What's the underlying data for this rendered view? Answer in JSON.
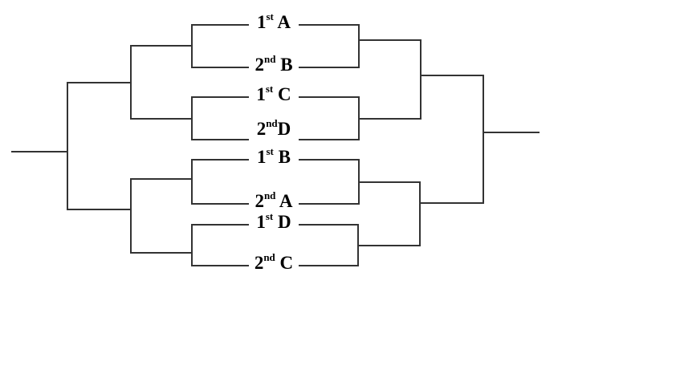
{
  "diagram": {
    "type": "tournament-bracket",
    "description": "8-slot single-elimination bracket: draw tree fans out from one root on the left to eight seeded slots, matches converge through quarterfinals and semifinals to a single final line on the right",
    "colors": {
      "line": "#333333",
      "text": "#000000",
      "background": "#ffffff"
    },
    "teams": [
      {
        "num": "1",
        "suf": "st",
        "gap": " ",
        "name": "A",
        "label_plain": "1st A"
      },
      {
        "num": "2",
        "suf": "nd",
        "gap": " ",
        "name": "B",
        "label_plain": "2nd B"
      },
      {
        "num": "1",
        "suf": "st",
        "gap": " ",
        "name": "C",
        "label_plain": "1st C"
      },
      {
        "num": "2",
        "suf": "nd",
        "gap": "",
        "name": "D",
        "label_plain": "2ndD"
      },
      {
        "num": "1",
        "suf": "st",
        "gap": " ",
        "name": "B",
        "label_plain": "1st B"
      },
      {
        "num": "2",
        "suf": "nd",
        "gap": " ",
        "name": "A",
        "label_plain": "2nd A"
      },
      {
        "num": "1",
        "suf": "st",
        "gap": " ",
        "name": "D",
        "label_plain": "1st D"
      },
      {
        "num": "2",
        "suf": "nd",
        "gap": " ",
        "name": "C",
        "label_plain": "2nd C"
      }
    ],
    "pairings": [
      [
        "1st A",
        "2nd B"
      ],
      [
        "1st C",
        "2ndD"
      ],
      [
        "1st B",
        "2nd A"
      ],
      [
        "1st D",
        "2nd C"
      ]
    ]
  }
}
